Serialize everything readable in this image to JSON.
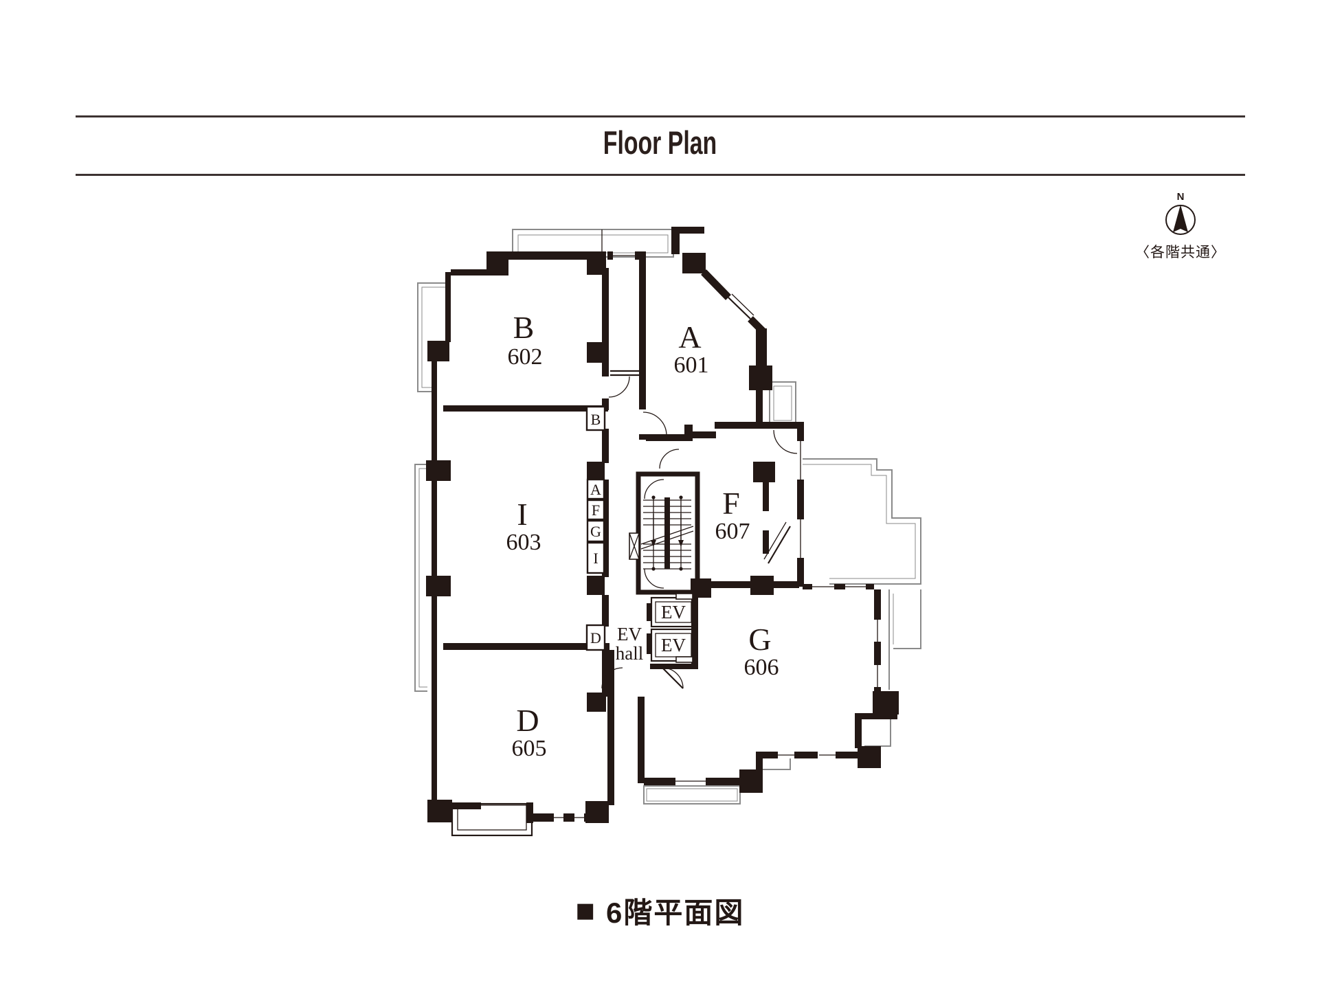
{
  "header": {
    "title": "Floor Plan"
  },
  "compass": {
    "north": "N",
    "note": "〈各階共通〉"
  },
  "caption": {
    "bullet": "■",
    "label": "6階平面図"
  },
  "plan": {
    "rooms": {
      "b": {
        "letter": "B",
        "number": "602"
      },
      "a": {
        "letter": "A",
        "number": "601"
      },
      "i": {
        "letter": "I",
        "number": "603"
      },
      "d": {
        "letter": "D",
        "number": "605"
      },
      "f": {
        "letter": "F",
        "number": "607"
      },
      "g": {
        "letter": "G",
        "number": "606"
      }
    },
    "ev_hall": {
      "line1": "EV",
      "line2": "hall"
    },
    "elevators": {
      "ev1": "EV",
      "ev2": "EV"
    },
    "shafts": {
      "b": "B",
      "a": "A",
      "f": "F",
      "g": "G",
      "i": "I",
      "d": "D"
    }
  },
  "colors": {
    "wall": "#231815",
    "thin": "#8a8a8a"
  }
}
